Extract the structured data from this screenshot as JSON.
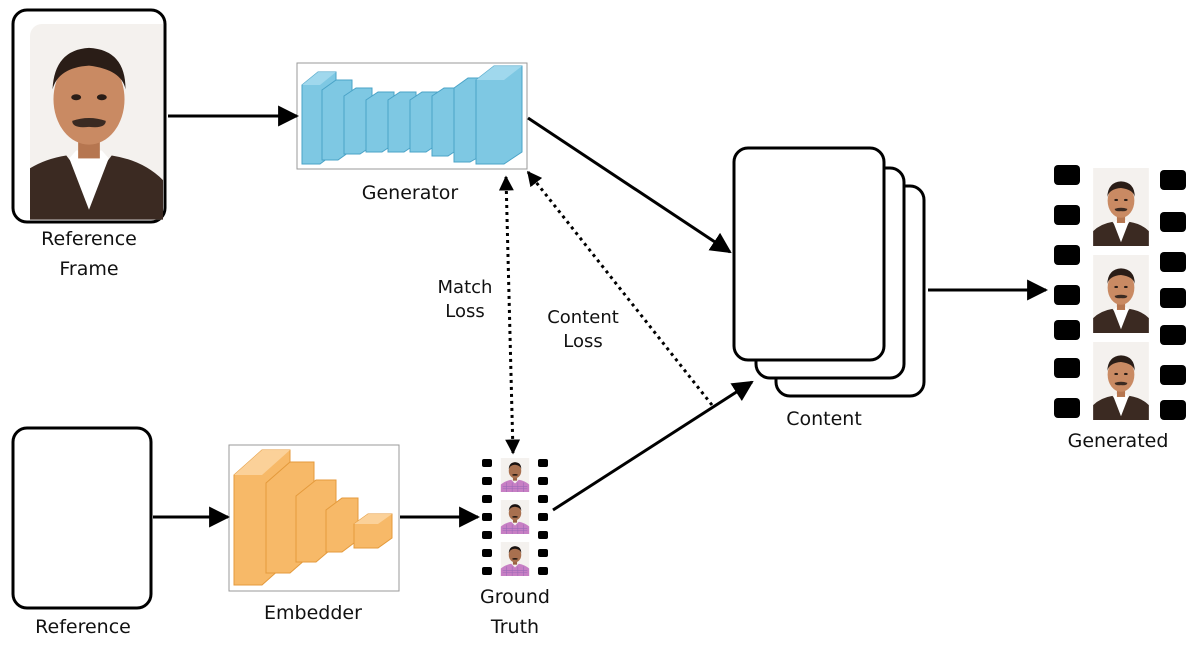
{
  "labels": {
    "reference_frame_line1": "Reference",
    "reference_frame_line2": "Frame",
    "generator": "Generator",
    "match_loss_line1": "Match",
    "match_loss_line2": "Loss",
    "content_loss_line1": "Content",
    "content_loss_line2": "Loss",
    "content": "Content",
    "generated": "Generated",
    "reference": "Reference",
    "embedder": "Embedder",
    "ground_truth_line1": "Ground",
    "ground_truth_line2": "Truth"
  },
  "icons": {
    "reference_frame": "portrait-photo-icon",
    "reference": "portrait-photo-icon",
    "generator": "generator-network-blocks-icon",
    "embedder": "embedder-network-blocks-icon",
    "ground_truth": "film-strip-icon",
    "content": "stacked-portrait-frames-icon",
    "generated": "film-strip-icon"
  },
  "colors": {
    "generator_blocks": "#7ec8e3",
    "embedder_blocks": "#f7b968",
    "arrows": "#000000",
    "frame_border": "#000000"
  }
}
